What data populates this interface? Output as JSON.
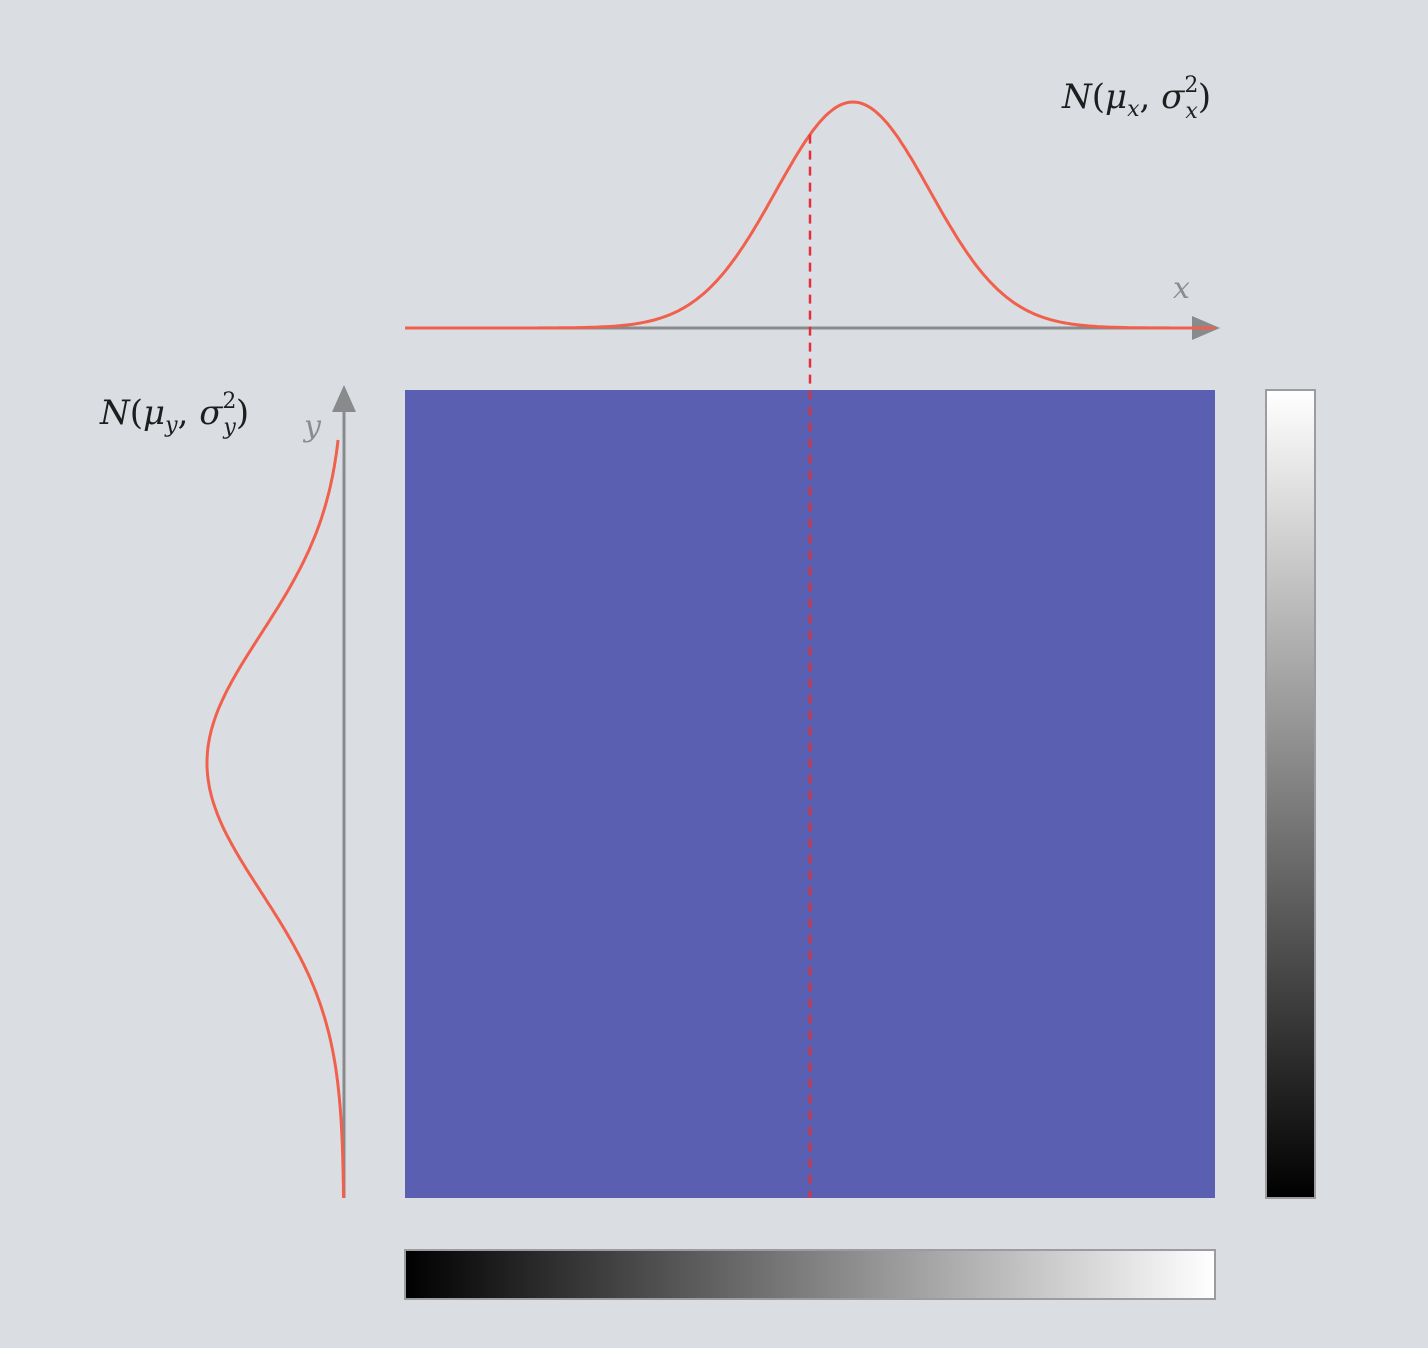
{
  "labels": {
    "x_axis": "x",
    "y_axis": "y",
    "x_dist_name": "N",
    "x_dist_mu": "μ",
    "x_dist_mu_sub": "x",
    "x_dist_sigma": "σ",
    "x_dist_sigma_sub": "x",
    "x_dist_sigma_sup": "2",
    "y_dist_name": "N",
    "y_dist_mu": "μ",
    "y_dist_mu_sub": "y",
    "y_dist_sigma": "σ",
    "y_dist_sigma_sub": "y",
    "y_dist_sigma_sup": "2"
  },
  "colors": {
    "background": "#dadee3",
    "axis": "#888a8c",
    "curve": "#f0604c",
    "dashed_line": "#e0303a",
    "field": "#5a5fb2",
    "label_dark": "#1e1e1e",
    "label_gray": "#8a8c90"
  },
  "distributions": {
    "x": {
      "mean": 0.553,
      "sd": 0.095
    },
    "y": {
      "mean": 0.426,
      "sd": 0.17
    }
  },
  "sample_line_x": 0.5
}
